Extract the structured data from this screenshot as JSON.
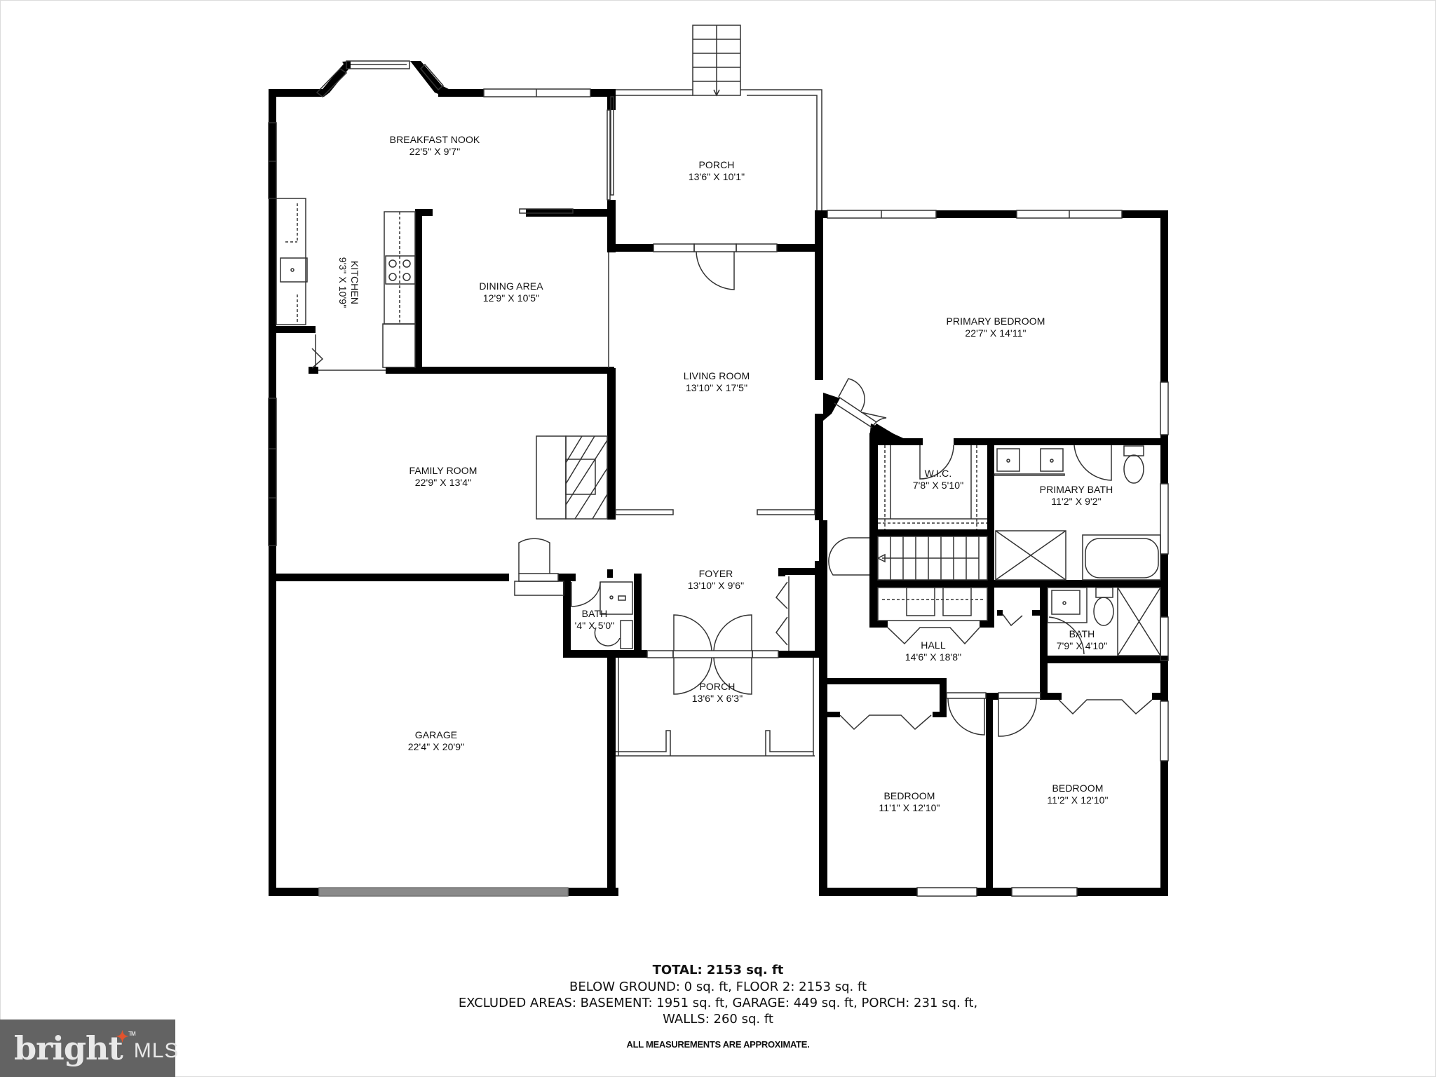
{
  "rooms": {
    "breakfast_nook": {
      "name": "BREAKFAST NOOK",
      "dim": "22'5\" X 9'7\""
    },
    "kitchen": {
      "name": "KITCHEN",
      "dim": "9'3\" X 10'9\""
    },
    "dining_area": {
      "name": "DINING AREA",
      "dim": "12'9\" X 10'5\""
    },
    "porch_back": {
      "name": "PORCH",
      "dim": "13'6\" X 10'1\""
    },
    "primary_bedroom": {
      "name": "PRIMARY BEDROOM",
      "dim": "22'7\" X 14'11\""
    },
    "living_room": {
      "name": "LIVING ROOM",
      "dim": "13'10\" X 17'5\""
    },
    "family_room": {
      "name": "FAMILY ROOM",
      "dim": "22'9\" X 13'4\""
    },
    "wic": {
      "name": "W.I.C.",
      "dim": "7'8\" X 5'10\""
    },
    "primary_bath": {
      "name": "PRIMARY BATH",
      "dim": "11'2\" X 9'2\""
    },
    "foyer": {
      "name": "FOYER",
      "dim": "13'10\" X 9'6\""
    },
    "half_bath": {
      "name": "BATH",
      "dim": "'4\" X 5'0\""
    },
    "hall": {
      "name": "HALL",
      "dim": "14'6\" X 18'8\""
    },
    "hall_bath": {
      "name": "BATH",
      "dim": "7'9\" X 4'10\""
    },
    "porch_front": {
      "name": "PORCH",
      "dim": "13'6\" X 6'3\""
    },
    "garage": {
      "name": "GARAGE",
      "dim": "22'4\" X 20'9\""
    },
    "bedroom_1": {
      "name": "BEDROOM",
      "dim": "11'1\" X 12'10\""
    },
    "bedroom_2": {
      "name": "BEDROOM",
      "dim": "11'2\" X 12'10\""
    }
  },
  "summary": {
    "total": "TOTAL: 2153 sq. ft",
    "below_ground": "BELOW GROUND: 0 sq. ft, FLOOR 2: 2153 sq. ft",
    "excluded": "EXCLUDED AREAS: BASEMENT: 1951 sq. ft, GARAGE: 449 sq. ft, PORCH: 231 sq. ft,",
    "walls": "WALLS: 260 sq. ft",
    "disclaimer": "ALL MEASUREMENTS ARE APPROXIMATE."
  },
  "logo": {
    "brand": "bright",
    "suffix": "MLS",
    "trademark": "TM",
    "star_icon": "four-point-star",
    "background_color": "#636363",
    "star_color": "#e2532d"
  },
  "colors": {
    "wall": "#000000",
    "thin_line": "#555555",
    "background": "#ffffff"
  }
}
